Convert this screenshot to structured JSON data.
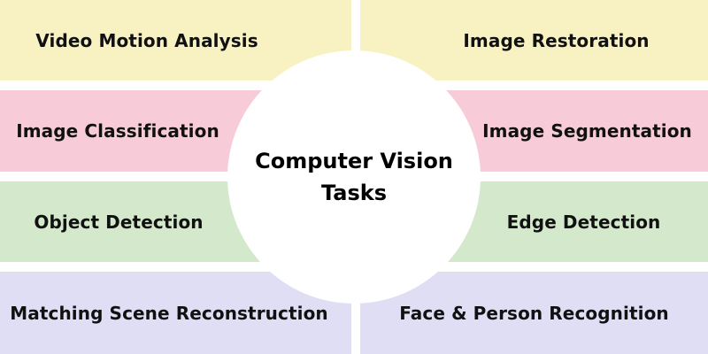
{
  "diagram": {
    "center": {
      "line1": "Computer Vision",
      "line2": "Tasks",
      "fill": "#FFFFFF"
    },
    "colors": {
      "yellow": "#F8F1C2",
      "pink": "#F8CBD8",
      "green": "#D4E8CC",
      "lavender": "#DFDEF5",
      "text": "#111111"
    },
    "left": [
      {
        "label": "Video Motion Analysis",
        "color": "#F8F1C2"
      },
      {
        "label": "Image Classification",
        "color": "#F8CBD8"
      },
      {
        "label": "Object Detection",
        "color": "#D4E8CC"
      },
      {
        "label": "Matching Scene Reconstruction",
        "color": "#DFDEF5"
      }
    ],
    "right": [
      {
        "label": "Image Restoration",
        "color": "#F8F1C2"
      },
      {
        "label": "Image Segmentation",
        "color": "#F8CBD8"
      },
      {
        "label": "Edge Detection",
        "color": "#D4E8CC"
      },
      {
        "label": "Face & Person Recognition",
        "color": "#DFDEF5"
      }
    ]
  }
}
